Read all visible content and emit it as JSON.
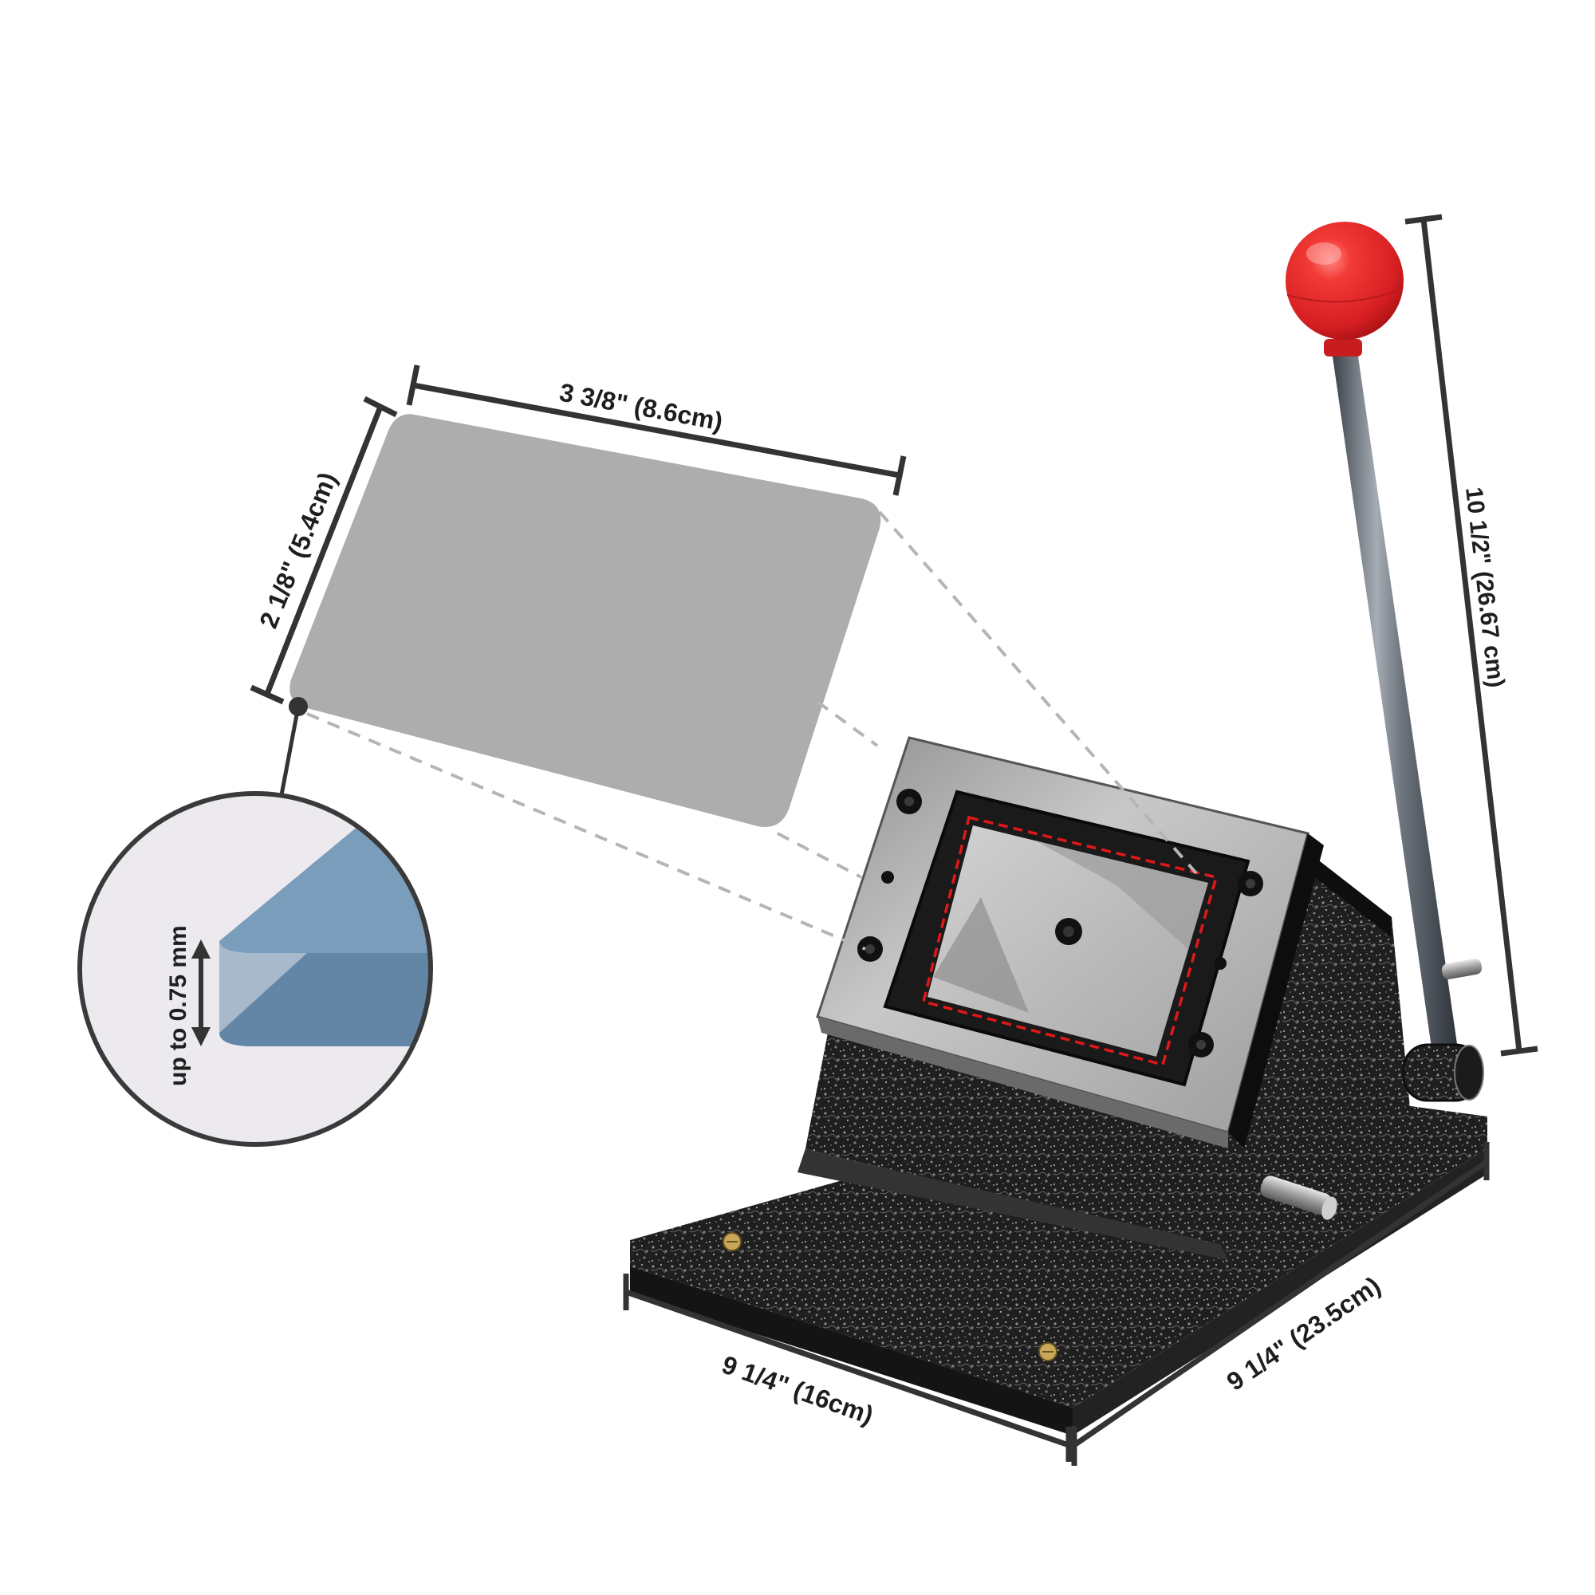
{
  "colors": {
    "background": "#ffffff",
    "dimension_line": "#333333",
    "label_text": "#1e1e1e",
    "card_fill": "#adadad",
    "guide_dash": "#b5b5b5",
    "detail_circle_fill": "#eceaee",
    "blade_light": "#7a9dbb",
    "blade_mid": "#a7b9ca",
    "blade_dark": "#6486a6",
    "knob_red": "#e3282c",
    "body_texture_dark": "#1c1c1c",
    "body_texture_light": "#8a8a8a",
    "steel_plate": "#b9b9b9",
    "cut_outline_red": "#e01818"
  },
  "dimensions": {
    "card_width": "3 3/8\" (8.6cm)",
    "card_height": "2 1/8\" (5.4cm)",
    "machine_height": "10 1/2\" (26.67 cm)",
    "base_width": "9 1/4\" (16cm)",
    "base_depth": "9 1/4\" (23.5cm)"
  },
  "detail_callout": {
    "thickness_label": "up to 0.75 mm"
  },
  "product": {
    "description": "Manual card cutter with red ball handle, steel die plate and textured black base"
  }
}
